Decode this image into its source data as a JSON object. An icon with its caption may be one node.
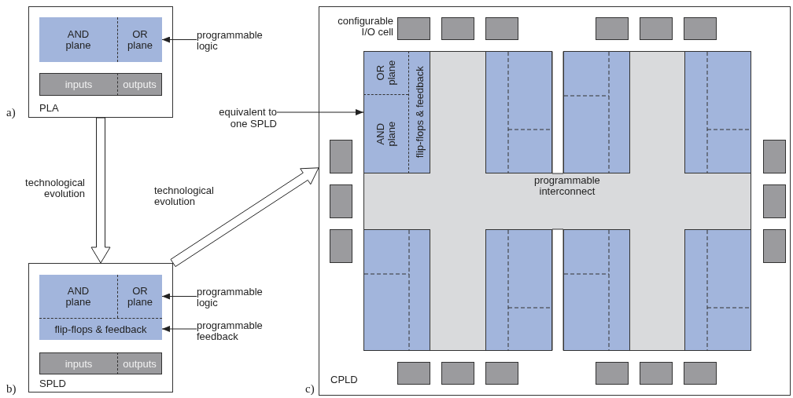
{
  "diagram": {
    "nodes": [
      {
        "text": [
          "PLA"
        ],
        "beside": [
          "a)"
        ]
      },
      {
        "text": [
          "AND plane"
        ],
        "in": 0
      },
      {
        "text": [
          "OR plane"
        ],
        "in": 0
      },
      {
        "text": [
          "inputs"
        ],
        "in": 0
      },
      {
        "text": [
          "outputs"
        ],
        "in": 0
      },
      {
        "text": [
          "programmable logic"
        ]
      },
      {
        "text": [
          "SPLD"
        ],
        "beside": [
          "b)"
        ]
      },
      {
        "text": [
          "AND plane"
        ],
        "in": 6
      },
      {
        "text": [
          "OR plane"
        ],
        "in": 6
      },
      {
        "text": [
          "flip-flops & feedback"
        ],
        "in": 6
      },
      {
        "text": [
          "inputs"
        ],
        "in": 6
      },
      {
        "text": [
          "outputs"
        ],
        "in": 6
      },
      {
        "text": [
          "programmable logic"
        ]
      },
      {
        "text": [
          "programmable feedback"
        ]
      },
      {
        "text": [
          "CPLD"
        ],
        "beside": [
          "c)"
        ]
      },
      {
        "text": [
          "programmable interconnect"
        ],
        "in": 14
      },
      {
        "text": [],
        "shape": "box",
        "in": 15
      },
      {
        "text": [
          "OR plane"
        ],
        "in": 16
      },
      {
        "text": [
          "AND plane"
        ],
        "in": 16
      },
      {
        "text": [
          "flip-flops & feedback"
        ],
        "in": 16
      },
      {
        "text": [],
        "shape": "box",
        "in": 15
      },
      {
        "text": [],
        "shape": "box",
        "in": 15
      },
      {
        "text": [],
        "shape": "box",
        "in": 15
      },
      {
        "text": [],
        "shape": "box",
        "in": 15
      },
      {
        "text": [],
        "shape": "box",
        "in": 15
      },
      {
        "text": [],
        "shape": "box",
        "in": 15
      },
      {
        "text": [],
        "shape": "box",
        "in": 15
      },
      {
        "text": [
          "equivalent to one SPLD"
        ]
      },
      {
        "text": [],
        "shape": "box",
        "in": 14
      },
      {
        "text": [],
        "shape": "box",
        "in": 14
      },
      {
        "text": [],
        "shape": "box",
        "in": 14
      },
      {
        "text": [],
        "shape": "box",
        "in": 14
      },
      {
        "text": [],
        "shape": "box",
        "in": 14
      },
      {
        "text": [],
        "shape": "box",
        "in": 14
      },
      {
        "text": [],
        "shape": "box",
        "in": 14
      },
      {
        "text": [],
        "shape": "box",
        "in": 14
      },
      {
        "text": [],
        "shape": "box",
        "in": 14
      },
      {
        "text": [],
        "shape": "box",
        "in": 14
      },
      {
        "text": [],
        "shape": "box",
        "in": 14
      },
      {
        "text": [],
        "shape": "box",
        "in": 14
      },
      {
        "text": [],
        "shape": "box",
        "in": 14
      },
      {
        "text": [],
        "shape": "box",
        "in": 14
      },
      {
        "text": [],
        "shape": "box",
        "in": 14
      },
      {
        "text": [],
        "shape": "box",
        "in": 14
      },
      {
        "text": [],
        "shape": "box",
        "in": 14
      },
      {
        "text": [],
        "shape": "box",
        "in": 14
      }
    ],
    "edges": [
      {
        "from": 5,
        "to": 2,
        "arrow": "to"
      },
      {
        "from": 12,
        "to": 8,
        "arrow": "to"
      },
      {
        "from": 13,
        "to": 9,
        "arrow": "to"
      },
      {
        "from": 27,
        "to": 16,
        "arrow": "to"
      },
      {
        "from": 0,
        "to": 6,
        "arrow": "to",
        "label": "technological evolution",
        "style": "thick"
      },
      {
        "from": 6,
        "to": 14,
        "arrow": "to",
        "label": "technological evolution",
        "style": "thick"
      }
    ],
    "labels": [
      "configurable I/O cell"
    ]
  }
}
